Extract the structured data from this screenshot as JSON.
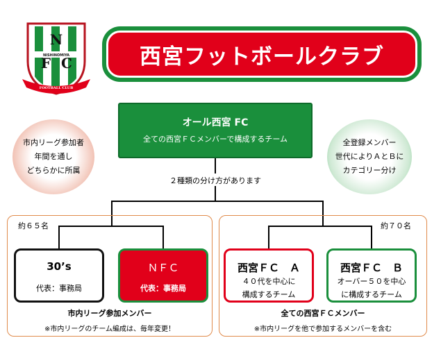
{
  "emblem": {
    "letters": [
      "N",
      "F",
      "C"
    ],
    "band_text": "NISHINOMIYA",
    "ribbon_text": "FOOTBALL CLUB"
  },
  "title": "西宮フットボールクラブ",
  "all_box": {
    "title": "オール西宮 FC",
    "desc": "全ての西宮ＦＣメンバーで構成するチーム"
  },
  "circle_left": {
    "lines": [
      "市内リーグ参加者",
      "年間を通し",
      "どちらかに所属"
    ]
  },
  "circle_right": {
    "lines": [
      "全登録メンバー",
      "世代によりＡとＢに",
      "カテゴリー分け"
    ]
  },
  "methods_note": "２種類の分け方があります",
  "left_group": {
    "count": "約６５名",
    "teams": [
      {
        "name": "30’s",
        "sub": "代表：事務局"
      },
      {
        "name": "ＮＦＣ",
        "sub": "代表：事務局"
      }
    ],
    "caption": "市内リーグ参加メンバー",
    "note": "※市内リーグのチーム編成は、毎年変更！"
  },
  "right_group": {
    "count": "約７０名",
    "teams": [
      {
        "name": "西宮ＦＣ　Ａ",
        "sub1": "４０代を中心に",
        "sub2": "構成するチーム"
      },
      {
        "name": "西宮ＦＣ　Ｂ",
        "sub1": "オーバー５０を中心",
        "sub2": "に構成するチーム"
      }
    ],
    "caption": "全ての西宮ＦＣメンバー",
    "note": "※市内リーグを他で参加するメンバーを含む"
  },
  "colors": {
    "green": "#1a8f3c",
    "red": "#e1001a",
    "orange_border": "#e08a4a"
  }
}
